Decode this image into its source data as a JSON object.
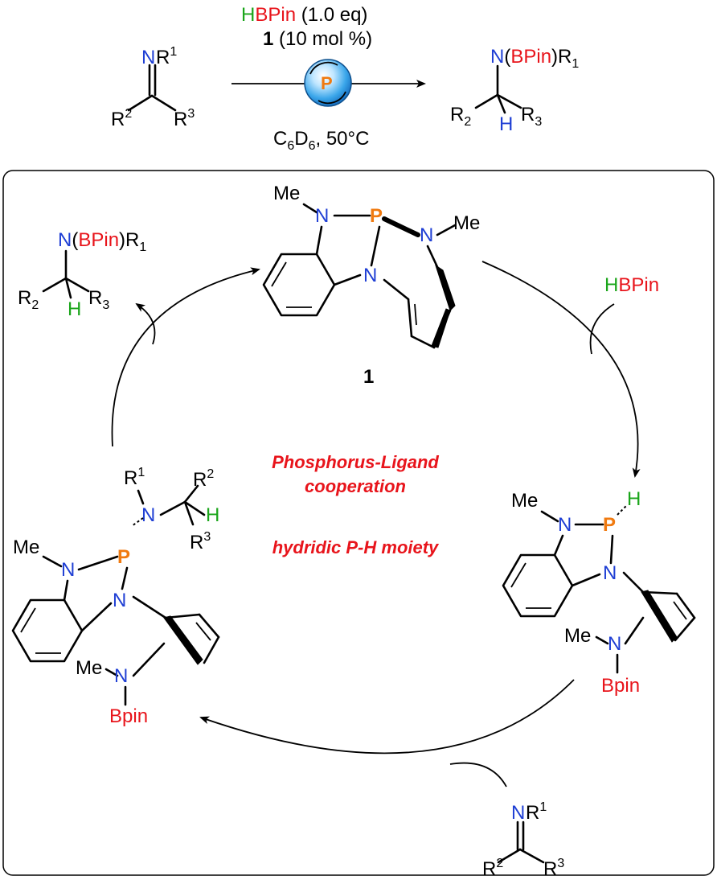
{
  "top_reaction": {
    "reagent_line1_h": "H",
    "reagent_line1_b": "BPin",
    "reagent_line1_rest": " (1.0 eq)",
    "reagent_line2_bold": "1",
    "reagent_line2_rest": " (10 mol %)",
    "catalyst_letter": "P",
    "conditions_c": "C",
    "conditions_6a": "6",
    "conditions_d": "D",
    "conditions_6b": "6",
    "conditions_rest": ", 50°C",
    "substrate": {
      "N": "N",
      "R1": "R",
      "R1_sup": "1",
      "R2": "R",
      "R2_sup": "2",
      "R3": "R",
      "R3_sup": "3"
    },
    "product": {
      "N": "N",
      "open": "(",
      "BPin": "BPin",
      "close": ")R",
      "sub1": "1",
      "R2": "R",
      "sub2": "2",
      "H": "H",
      "R3": "R",
      "sub3": "3"
    }
  },
  "cycle": {
    "catalyst_label": "1",
    "center_line1": "Phosphorus-Ligand",
    "center_line2": "cooperation",
    "center_line3": "hydridic P-H moiety",
    "hbpin_h": "H",
    "hbpin_b": "BPin",
    "me": "Me",
    "n": "N",
    "p": "P",
    "h": "H",
    "bpin": "Bpin",
    "product_tl": {
      "N": "N",
      "open": "(",
      "BPin": "BPin",
      "close": ")R",
      "sub1": "1",
      "R2": "R",
      "sub2": "2",
      "H": "H",
      "R3": "R",
      "sub3": "3"
    },
    "imine_br": {
      "N": "N",
      "R1": "R",
      "R1_sup": "1",
      "R2": "R",
      "R2_sup": "2",
      "R3": "R",
      "R3_sup": "3"
    },
    "left_int": {
      "R1": "R",
      "R1_sup": "1",
      "R2": "R",
      "R2_sup": "2",
      "R3": "R",
      "R3_sup": "3",
      "H": "H"
    }
  },
  "colors": {
    "nitrogen": "#1f3fd4",
    "boron": "#e8141b",
    "hydrogen": "#1aa51a",
    "phosphorus": "#f07a10",
    "center_text": "#e8141b"
  }
}
